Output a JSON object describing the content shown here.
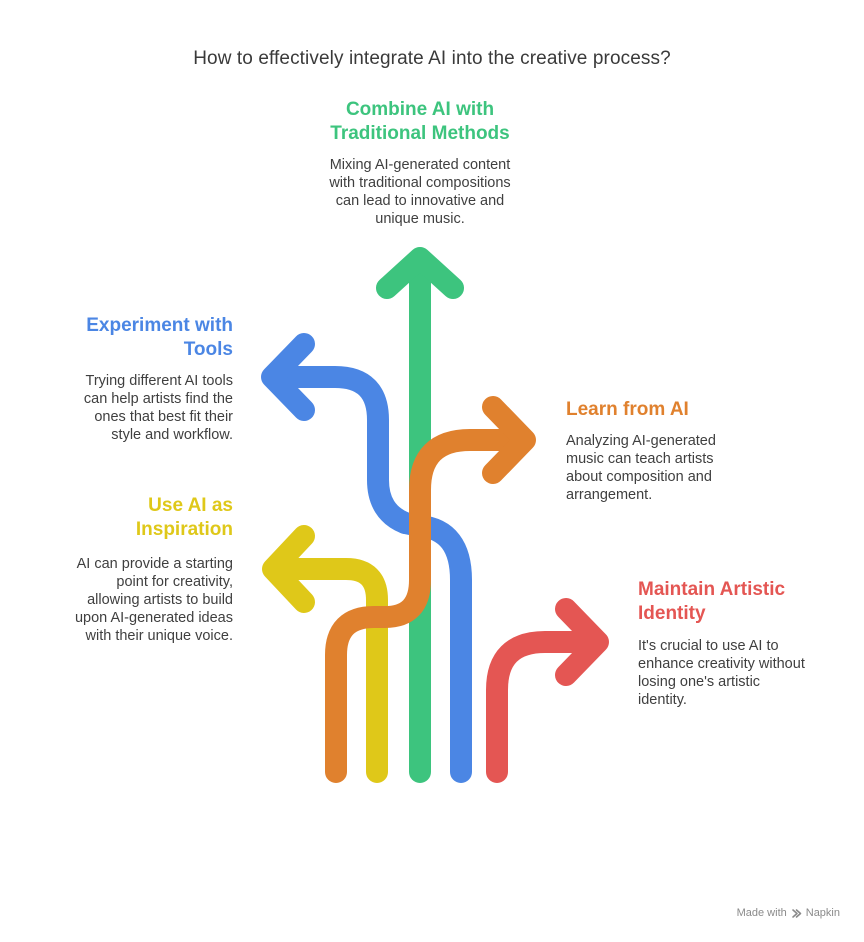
{
  "title": "How to effectively integrate AI into the creative process?",
  "colors": {
    "green": "#3dc47e",
    "blue": "#4b86e4",
    "orange": "#e0812e",
    "yellow": "#dfc819",
    "red": "#e45653"
  },
  "items": {
    "combine": {
      "heading": "Combine AI with\nTraditional Methods",
      "description": "Mixing AI-generated content\nwith traditional compositions\ncan lead to innovative and\nunique music."
    },
    "experiment": {
      "heading": "Experiment with\nTools",
      "description": "Trying different AI tools\ncan help artists find the\nones that best fit their\nstyle and workflow."
    },
    "learn": {
      "heading": "Learn from AI",
      "description": "Analyzing AI-generated\nmusic can teach artists\nabout composition and\narrangement."
    },
    "inspiration": {
      "heading": "Use AI as\nInspiration",
      "description": "AI can provide a starting\npoint for creativity,\nallowing artists to build\nupon AI-generated ideas\nwith their unique voice."
    },
    "identity": {
      "heading": "Maintain Artistic\nIdentity",
      "description": "It's crucial to use AI to\nenhance creativity without\nlosing one's artistic\nidentity."
    }
  },
  "footer": {
    "made_with": "Made with",
    "brand": "Napkin",
    "logo_icon": "napkin-logo-icon"
  }
}
